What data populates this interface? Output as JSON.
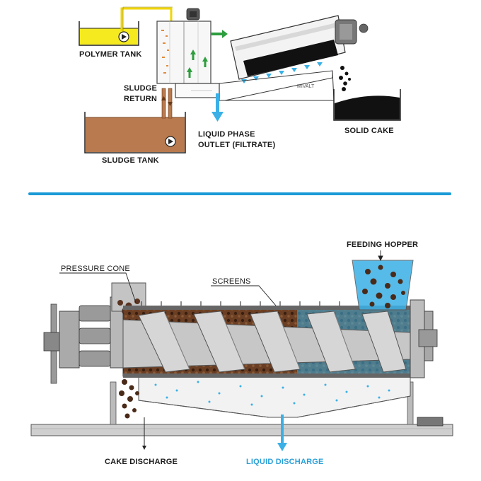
{
  "top_labels": {
    "polymer_tank": "POLYMER TANK",
    "sludge_return_1": "SLUDGE",
    "sludge_return_2": "RETURN",
    "sludge_tank": "SLUDGE TANK",
    "liquid_phase_1": "LIQUID PHASE",
    "liquid_phase_2": "OUTLET (FILTRATE)",
    "solid_cake": "SOLID CAKE",
    "brand": "MIVALT"
  },
  "bottom_labels": {
    "feeding_hopper": "FEEDING HOPPER",
    "pressure_cone": "PRESSURE CONE",
    "screens": "SCREENS",
    "cake_discharge": "CAKE DISCHARGE",
    "liquid_discharge": "LIQUID DISCHARGE"
  },
  "colors": {
    "polymer": "#f4ea1f",
    "sludge": "#b87a4e",
    "water": "#3ab0e6",
    "divider": "#1a9ad6",
    "arrow_green": "#2e9e3e",
    "cake": "#1a1a1a",
    "cake_brown": "#4a2a18"
  }
}
